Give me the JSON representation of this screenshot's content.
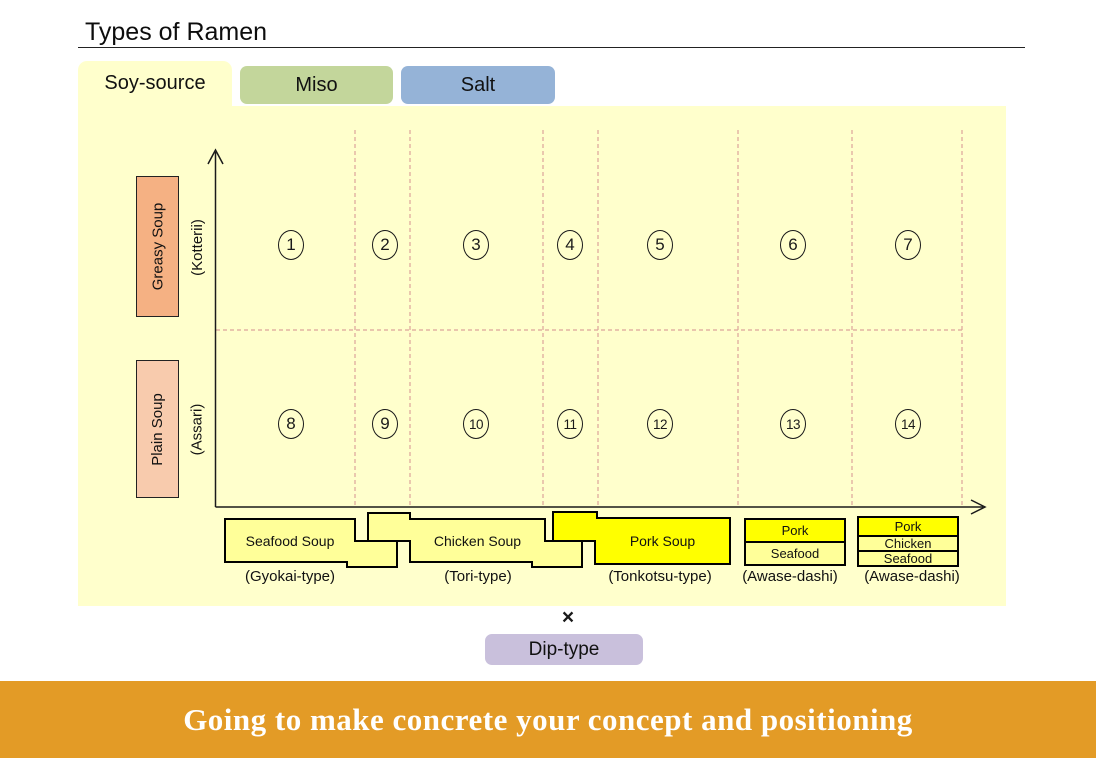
{
  "slide": {
    "title": "Types of Ramen",
    "tabs": [
      {
        "id": "soy",
        "label": "Soy-source"
      },
      {
        "id": "miso",
        "label": "Miso"
      },
      {
        "id": "salt",
        "label": "Salt"
      }
    ],
    "matrix": {
      "y_axis": {
        "top_label": "Greasy Soup",
        "top_sub": "(Kotterii)",
        "bottom_label": "Plain Soup",
        "bottom_sub": "(Assari)"
      },
      "top_row": [
        "1",
        "2",
        "3",
        "4",
        "5",
        "6",
        "7"
      ],
      "bottom_row": [
        "8",
        "9",
        "10",
        "11",
        "12",
        "13",
        "14"
      ]
    },
    "soups": {
      "seafood": {
        "name": "Seafood Soup",
        "type": "(Gyokai-type)"
      },
      "chicken": {
        "name": "Chicken Soup",
        "type": "(Tori-type)"
      },
      "pork": {
        "name": "Pork Soup",
        "type": "(Tonkotsu-type)"
      },
      "awase1": {
        "rows": [
          "Pork",
          "Seafood"
        ],
        "type": "(Awase-dashi)"
      },
      "awase2": {
        "rows": [
          "Pork",
          "Chicken",
          "Seafood"
        ],
        "type": "(Awase-dashi)"
      }
    },
    "dip": {
      "cross": "×",
      "label": "Dip-type"
    },
    "banner": "Going to make concrete your concept and positioning",
    "colors": {
      "panel": "#FFFFCC",
      "tab_miso": "#C3D69B",
      "tab_salt": "#95B3D7",
      "greasy_box": "#F5B183",
      "plain_box": "#F8CBAD",
      "soup_light": "#FFFF99",
      "soup_bright": "#FFFF00",
      "dip_box": "#C9C0DC",
      "banner_bg": "#E39B26",
      "dashed": "#DCA49A"
    }
  }
}
